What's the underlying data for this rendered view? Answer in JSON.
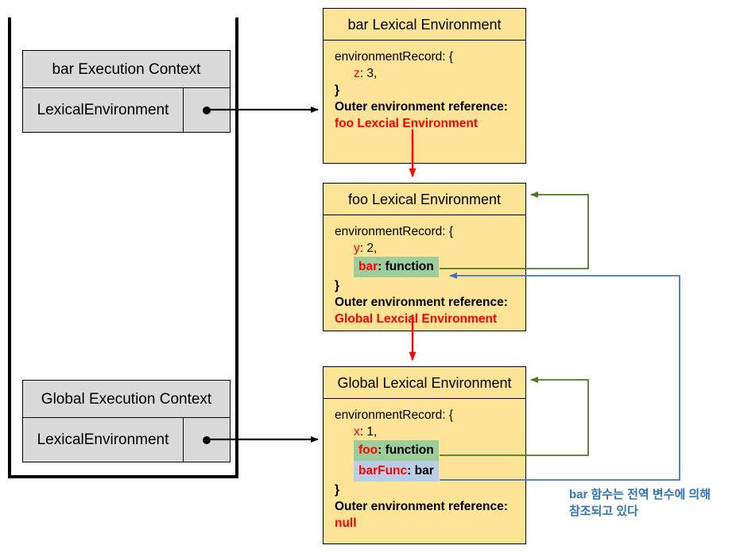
{
  "diagram": {
    "title": "JavaScript Lexical Environment / Closure Scope Chain Diagram",
    "colors": {
      "lexical_env_fill": "#fce395",
      "exec_ctx_fill": "#d9d9d9",
      "highlight_green": "#9dcd9a",
      "highlight_blue": "#b9cde5",
      "red_text": "#ff0000",
      "green_arrow": "#4e7a27",
      "blue_arrow": "#4472c4",
      "annotation_text": "#2e75b6",
      "border": "#000000"
    }
  },
  "call_stack": {
    "contexts": [
      {
        "title": "bar Execution Context",
        "row_label": "LexicalEnvironment",
        "pointer": "dot"
      },
      {
        "title": "Global Execution Context",
        "row_label": "LexicalEnvironment",
        "pointer": "dot"
      }
    ]
  },
  "lexical_environments": [
    {
      "id": "bar",
      "title": "bar Lexical Environment",
      "record_open": "environmentRecord: {",
      "bindings": [
        {
          "key": "z",
          "value": ": 3,",
          "highlight": "none"
        }
      ],
      "record_close": "}",
      "outer_label": "Outer environment reference:",
      "outer_value": "foo Lexcial Environment"
    },
    {
      "id": "foo",
      "title": "foo Lexical Environment",
      "record_open": "environmentRecord: {",
      "bindings": [
        {
          "key": "y",
          "value": ": 2,",
          "highlight": "none"
        },
        {
          "key": "bar",
          "value": ": function",
          "highlight": "green"
        }
      ],
      "record_close": "}",
      "outer_label": "Outer environment reference:",
      "outer_value": "Global Lexcial Environment"
    },
    {
      "id": "global",
      "title": "Global Lexical Environment",
      "record_open": "environmentRecord: {",
      "bindings": [
        {
          "key": "x",
          "value": ": 1,",
          "highlight": "none"
        },
        {
          "key": "foo",
          "value": ": function",
          "highlight": "green"
        },
        {
          "key": "barFunc",
          "value": ": bar",
          "highlight": "blue"
        }
      ],
      "record_close": "}",
      "outer_label": "Outer environment reference:",
      "outer_value": "null"
    }
  ],
  "annotation": {
    "line1": "bar 함수는 전역 변수에 의해",
    "line2": "참조되고 있다"
  },
  "connectors": [
    {
      "name": "bar-ctx-to-bar-env",
      "color": "#000000",
      "style": "straight-arrow"
    },
    {
      "name": "global-ctx-to-global-env",
      "color": "#000000",
      "style": "straight-arrow"
    },
    {
      "name": "bar-env-outer-to-foo-env",
      "color": "#ff0000",
      "style": "down-arrow"
    },
    {
      "name": "foo-env-outer-to-global-env",
      "color": "#ff0000",
      "style": "down-arrow"
    },
    {
      "name": "foo-bar-binding-to-foo-env",
      "color": "#4e7a27",
      "style": "elbow-arrow"
    },
    {
      "name": "global-foo-binding-to-global-env",
      "color": "#4e7a27",
      "style": "elbow-arrow"
    },
    {
      "name": "global-barfunc-to-foo-bar-binding",
      "color": "#4472c4",
      "style": "elbow-arrow"
    }
  ]
}
